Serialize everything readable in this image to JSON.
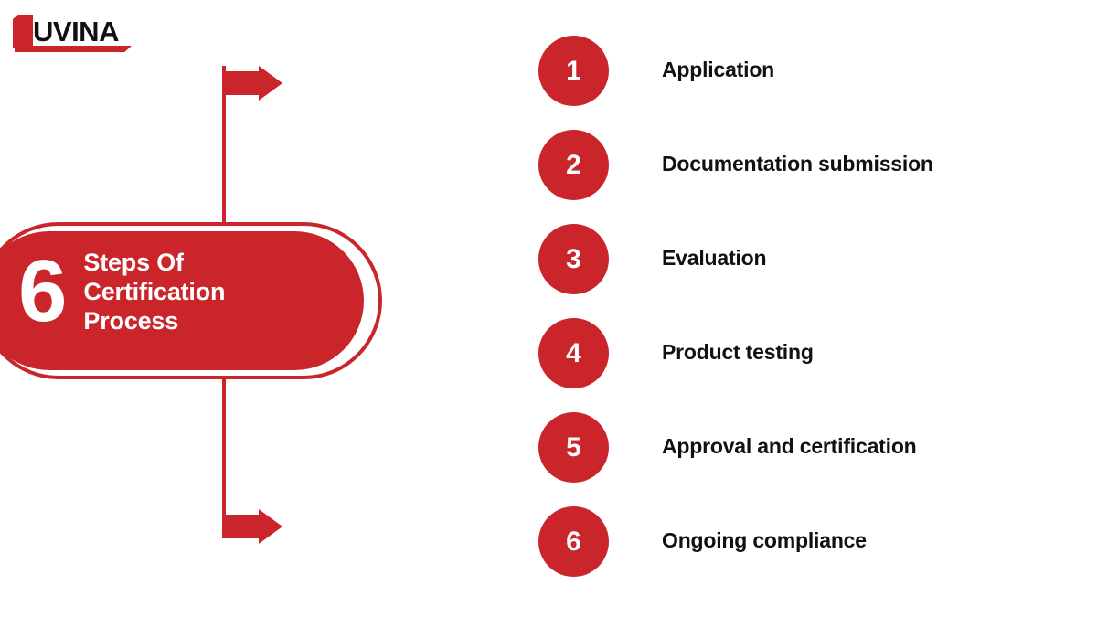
{
  "theme": {
    "brand_red": "#C9252B",
    "background": "#FFFFFF",
    "text_dark": "#111111",
    "text_on_red": "#FFFFFF"
  },
  "logo": {
    "name": "luvina-logo",
    "mark_letter": "L",
    "wordmark": "UVINA",
    "full_name": "LUVINA"
  },
  "badge": {
    "number": "6",
    "title_lines": [
      "Steps Of",
      "Certification",
      "Process"
    ],
    "title_full": "6 Steps Of Certification Process"
  },
  "arrows": {
    "top_arrow_name": "arrow-right-top",
    "bottom_arrow_name": "arrow-right-bottom",
    "connector_name": "vertical-connector-line"
  },
  "steps": [
    {
      "number": "1",
      "label": "Application"
    },
    {
      "number": "2",
      "label": "Documentation submission"
    },
    {
      "number": "3",
      "label": "Evaluation"
    },
    {
      "number": "4",
      "label": "Product testing"
    },
    {
      "number": "5",
      "label": "Approval and certification"
    },
    {
      "number": "6",
      "label": "Ongoing compliance"
    }
  ]
}
